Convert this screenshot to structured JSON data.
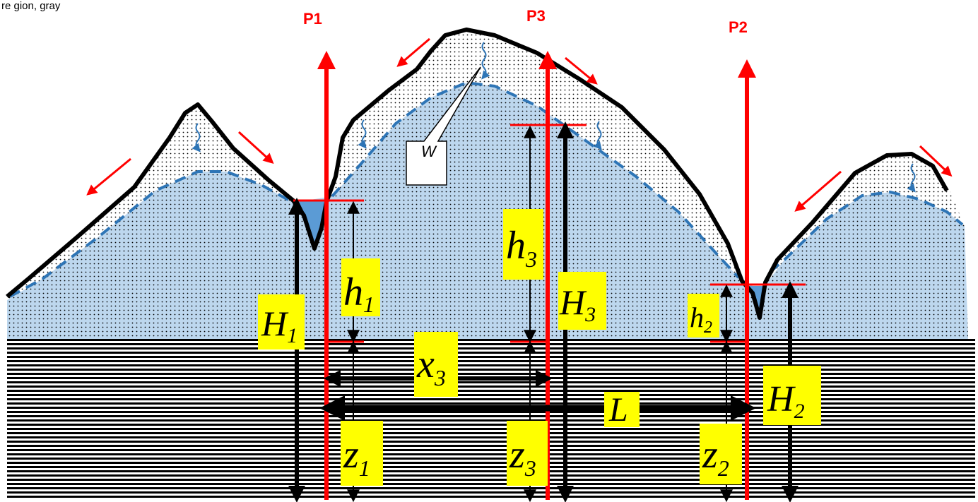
{
  "corner_text": "re gion, gray",
  "wells": [
    {
      "id": "P1",
      "title": "P1"
    },
    {
      "id": "P3",
      "title": "P3"
    },
    {
      "id": "P2",
      "title": "P2"
    }
  ],
  "labels": {
    "H1": {
      "main": "H",
      "sub": "1"
    },
    "H2": {
      "main": "H",
      "sub": "2"
    },
    "H3": {
      "main": "H",
      "sub": "3"
    },
    "h1": {
      "main": "h",
      "sub": "1"
    },
    "h2": {
      "main": "h",
      "sub": "2"
    },
    "h3": {
      "main": "h",
      "sub": "3"
    },
    "z1": {
      "main": "z",
      "sub": "1"
    },
    "z2": {
      "main": "z",
      "sub": "2"
    },
    "z3": {
      "main": "z",
      "sub": "3"
    },
    "x3": {
      "main": "x",
      "sub": "3"
    },
    "L": {
      "main": "L",
      "sub": ""
    }
  },
  "callout": "W",
  "colors": {
    "well_red": "#ff0000",
    "aquifer_fill": "#bdd7ee",
    "water_table": "#2e75b6",
    "label_bg": "#ffff00",
    "ground_line": "#000000"
  }
}
